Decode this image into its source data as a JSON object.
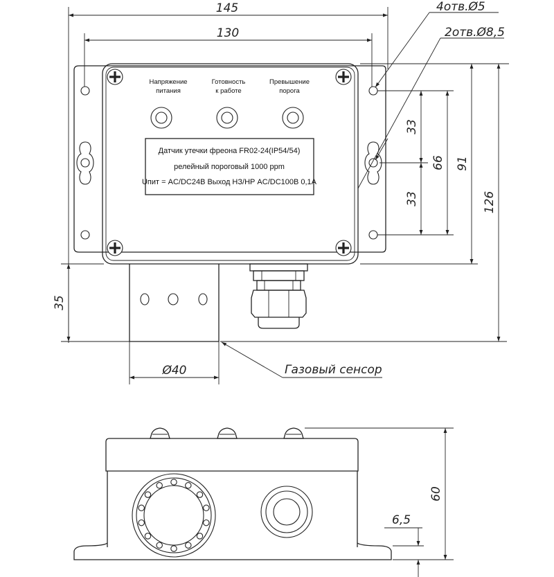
{
  "labels": {
    "power": [
      "Напряжение",
      "питания"
    ],
    "ready": [
      "Готовность",
      "к работе"
    ],
    "threshold": [
      "Превышение",
      "порога"
    ]
  },
  "plate": {
    "line1": "Датчик утечки фреона FR02-24(IP54/54)",
    "line2": "релейный пороговый 1000 ppm",
    "line3": "Uпит = AC/DC24В  Выход НЗ/НР AC/DC100В 0,1А"
  },
  "dimensions": {
    "overall_width": "145",
    "inner_width": "130",
    "holes_small": "4отв.Ø5",
    "holes_large": "2отв.Ø8,5",
    "half_spacing_top": "33",
    "half_spacing_bottom": "33",
    "spacing": "66",
    "inner_height": "91",
    "overall_height": "126",
    "sensor_length": "35",
    "sensor_diameter": "Ø40",
    "height": "60",
    "flange": "6,5"
  },
  "callout": {
    "sensor": "Газовый сенсор"
  }
}
